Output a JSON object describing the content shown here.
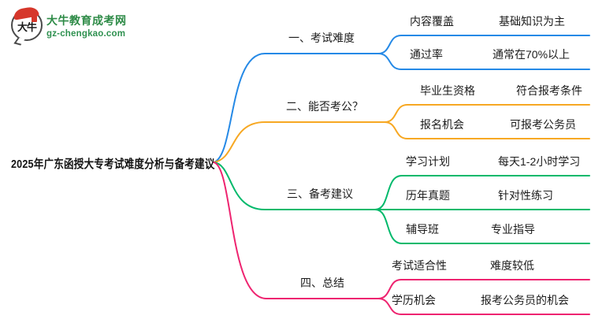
{
  "logo": {
    "icon_chars": "大牛",
    "site_name": "大牛教育成考网",
    "site_domain": "gz-chengkao.com",
    "brand_green": "#2e8b47",
    "domain_green": "#2f9150",
    "accent_red": "#d6372b"
  },
  "root": {
    "title": "2025年广东函授大专考试难度分析与备考建议"
  },
  "branches": [
    {
      "label": "一、考试难度",
      "color": "#2589e6",
      "children": [
        {
          "keyword": "内容覆盖",
          "value": "基础知识为主"
        },
        {
          "keyword": "通过率",
          "value": "通常在70%以上"
        }
      ]
    },
    {
      "label": "二、能否考公？",
      "color": "#f7a823",
      "children": [
        {
          "keyword": "毕业生资格",
          "value": "符合报考条件"
        },
        {
          "keyword": "报名机会",
          "value": "可报考公务员"
        }
      ]
    },
    {
      "label": "三、备考建议",
      "color": "#00b96b",
      "children": [
        {
          "keyword": "学习计划",
          "value": "每天1-2小时学习"
        },
        {
          "keyword": "历年真题",
          "value": "针对性练习"
        },
        {
          "keyword": "辅导班",
          "value": "专业指导"
        }
      ]
    },
    {
      "label": "四、总结",
      "color": "#ee2470",
      "children": [
        {
          "keyword": "考试适合性",
          "value": "难度较低"
        },
        {
          "keyword": "学历机会",
          "value": "报考公务员的机会"
        }
      ]
    }
  ]
}
